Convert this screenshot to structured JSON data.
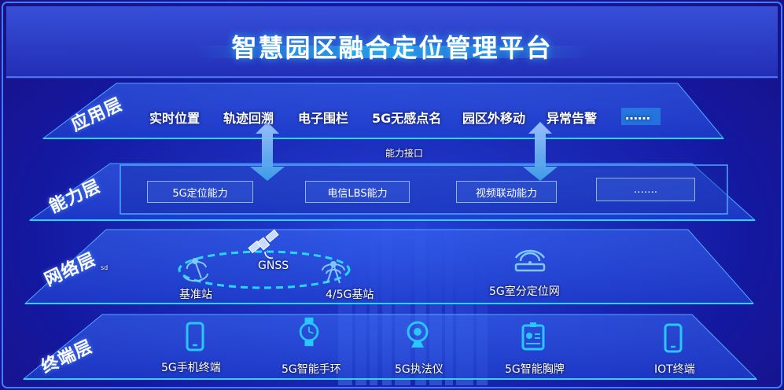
{
  "title": "智慧园区融合定位管理平台",
  "layers": {
    "application": {
      "label": "应用层",
      "items": [
        "实时位置",
        "轨迹回溯",
        "电子围栏",
        "5G无感点名",
        "园区外移动",
        "异常告警",
        "……"
      ]
    },
    "capability": {
      "label": "能力层",
      "interface_label": "能力接口",
      "items": [
        "5G定位能力",
        "电信LBS能力",
        "视频联动能力",
        "……."
      ]
    },
    "network": {
      "label": "网络层",
      "small_text": "sd",
      "items": [
        "GNSS",
        "基准站",
        "4/5G基站",
        "5G室分定位网"
      ]
    },
    "terminal": {
      "label": "终端层",
      "items": [
        "5G手机终端",
        "5G智能手环",
        "5G执法仪",
        "5G智能胸牌",
        "IOT终端"
      ]
    }
  },
  "colors": {
    "background": "#1a2bb8",
    "accent_cyan": "#29d6ff",
    "plane_fill": "#2f5cf0",
    "box_border": "#8fb2ff"
  },
  "icons": {
    "network": [
      "base-station-icon",
      "satellite-icon",
      "cell-tower-icon",
      "wifi-router-icon"
    ],
    "terminal": [
      "phone-icon",
      "smartwatch-icon",
      "camera-icon",
      "badge-icon",
      "iot-device-icon"
    ]
  }
}
